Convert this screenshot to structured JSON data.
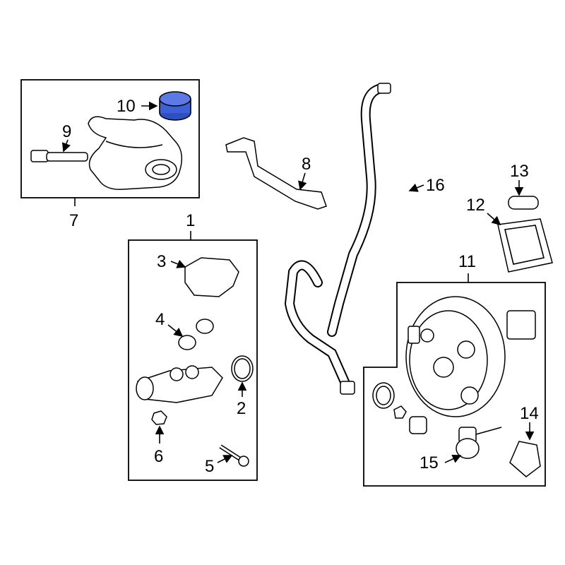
{
  "diagram": {
    "highlight_color": "#3d5fd8",
    "callouts": [
      {
        "id": "10",
        "label": "10"
      },
      {
        "id": "9",
        "label": "9"
      },
      {
        "id": "7",
        "label": "7"
      },
      {
        "id": "8",
        "label": "8"
      },
      {
        "id": "16",
        "label": "16"
      },
      {
        "id": "13",
        "label": "13"
      },
      {
        "id": "12",
        "label": "12"
      },
      {
        "id": "11",
        "label": "11"
      },
      {
        "id": "1",
        "label": "1"
      },
      {
        "id": "3",
        "label": "3"
      },
      {
        "id": "4",
        "label": "4"
      },
      {
        "id": "2",
        "label": "2"
      },
      {
        "id": "6",
        "label": "6"
      },
      {
        "id": "5",
        "label": "5"
      },
      {
        "id": "15",
        "label": "15"
      },
      {
        "id": "14",
        "label": "14"
      }
    ]
  }
}
